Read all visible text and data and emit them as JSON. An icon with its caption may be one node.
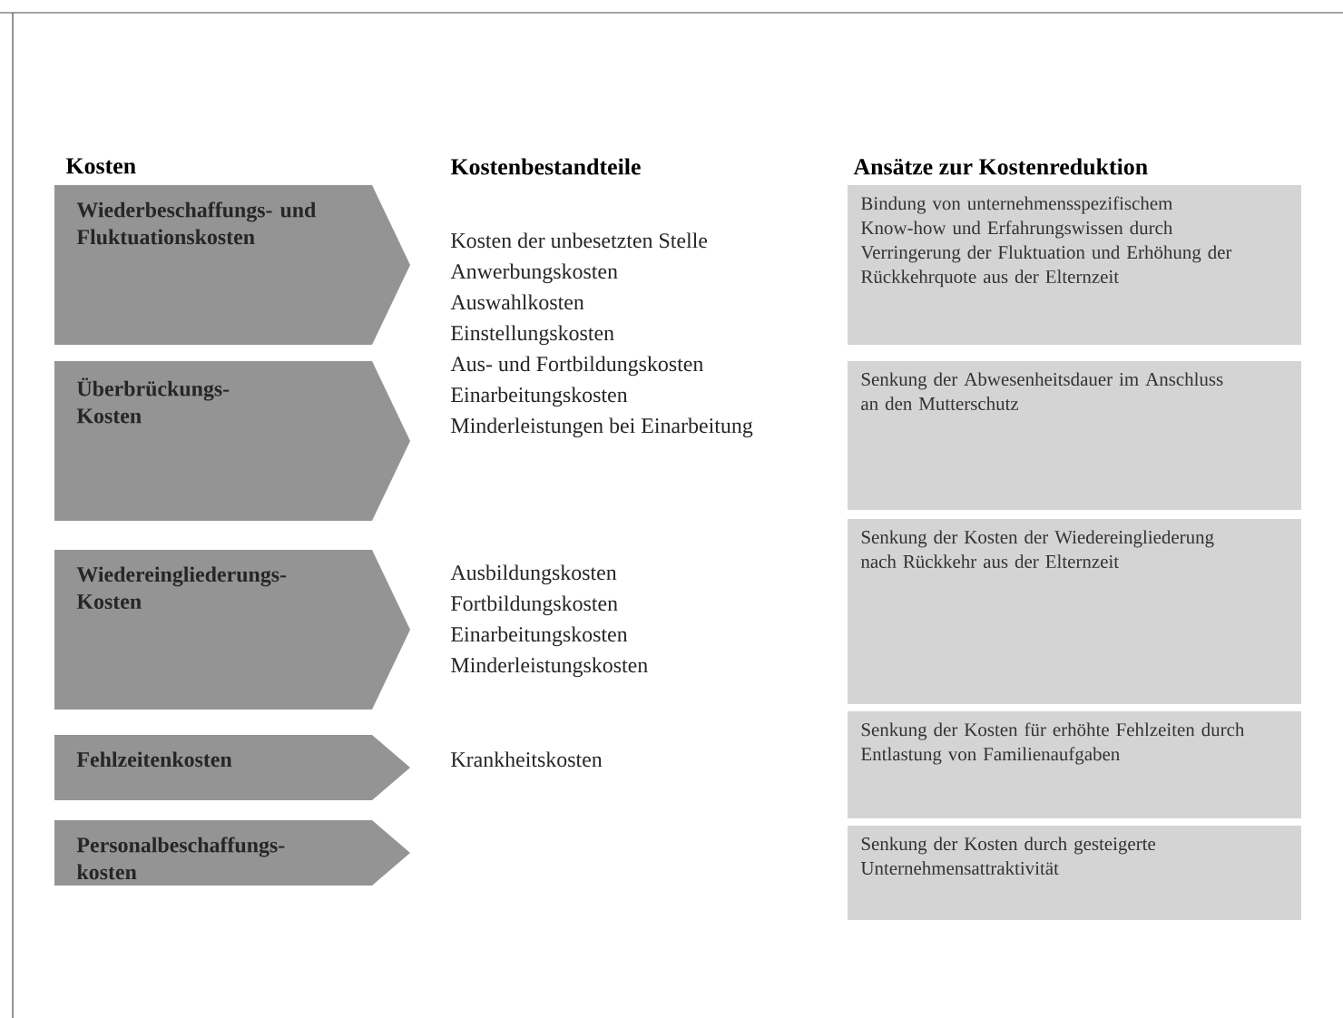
{
  "diagram": {
    "nodes": [
      {
        "text": [
          "Wiederbeschaffungs- und Fluktuationskosten"
        ]
      },
      {
        "text": [
          "Überbrückungs- Kosten"
        ]
      },
      {
        "text": [
          "Wiedereingliederungs- Kosten"
        ]
      },
      {
        "text": [
          "Fehlzeitenkosten"
        ]
      },
      {
        "text": [
          "Personalbeschaffungs- kosten"
        ]
      },
      {
        "text": [
          "Bindung von unternehmensspezifischem Know-how und Erfahrungswissen durch Verringerung der Fluktuation und Erhöhung der Rückkehrquote aus der Elternzeit"
        ]
      },
      {
        "text": [
          "Senkung der Abwesenheitsdauer im Anschluss an den Mutterschutz"
        ]
      },
      {
        "text": [
          "Senkung der Kosten der Wiedereingliederung nach Rückkehr aus der Elternzeit"
        ]
      },
      {
        "text": [
          "Senkung der Kosten für erhöhte Fehlzeiten durch Entlastung von Familienaufgaben"
        ]
      },
      {
        "text": [
          "Senkung der Kosten durch gesteigerte Unternehmensattraktivität"
        ]
      }
    ],
    "labels": [
      "Kosten",
      "Kostenbestandteile",
      "Ansätze zur Kostenreduktion",
      "Kosten der unbesetzten Stelle",
      "Anwerbungskosten",
      "Auswahlkosten",
      "Einstellungskosten",
      "Aus- und Fortbildungskosten",
      "Einarbeitungskosten",
      "Minderleistungen bei Einarbeitung",
      "Ausbildungskosten",
      "Fortbildungskosten",
      "Einarbeitungskosten",
      "Minderleistungskosten",
      "Krankheitskosten"
    ]
  }
}
